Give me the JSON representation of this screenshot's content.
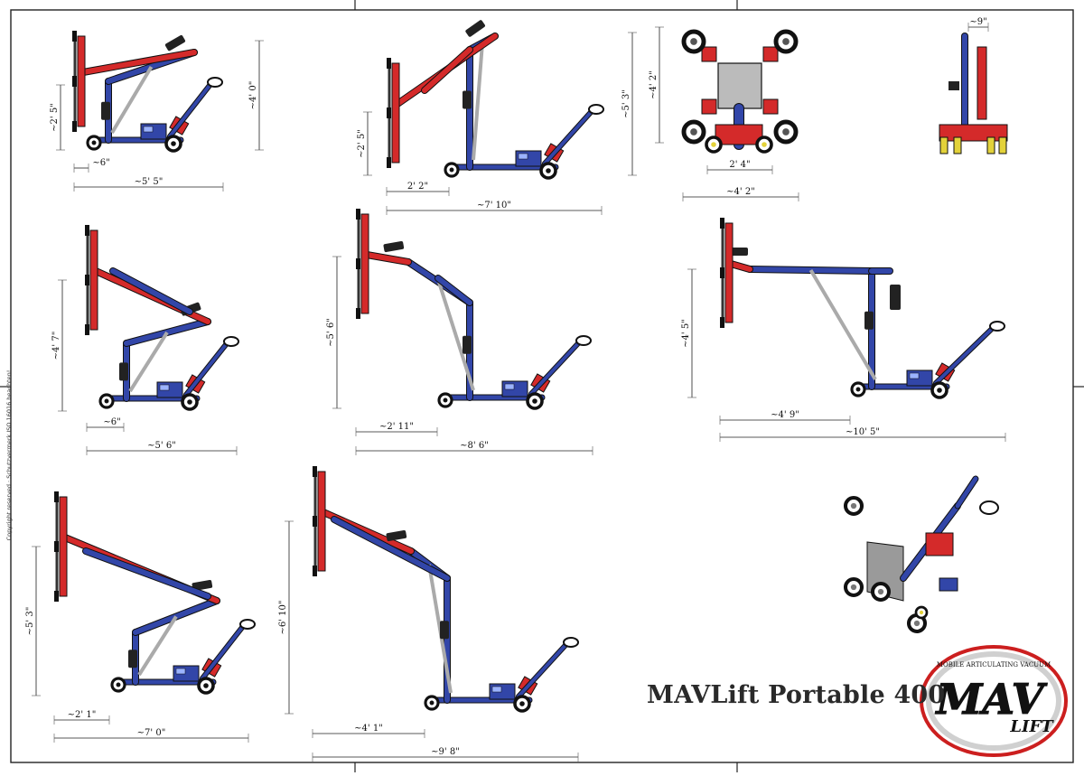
{
  "title": "MAVLift Portable 400",
  "copyright": "Copyright reserved · Schutzvermerk ISO 16016 beachten!",
  "logo": {
    "main": "MAV",
    "sub": "LIFT",
    "ring_text": "MOBILE ARTICULATING VACUUM"
  },
  "views": [
    {
      "id": "v1",
      "dims": [
        "~2' 5\"",
        "~4' 0\"",
        "~6\"",
        "~5' 5\""
      ]
    },
    {
      "id": "v2",
      "dims": [
        "~2' 5\"",
        "~5' 3\"",
        "2' 2\"",
        "~7' 10\""
      ]
    },
    {
      "id": "v3",
      "dims": [
        "~4' 2\"",
        "2' 4\"",
        "~4' 2\""
      ]
    },
    {
      "id": "v4",
      "dims": [
        "~9\""
      ]
    },
    {
      "id": "v5",
      "dims": [
        "~4' 7\"",
        "~6\"",
        "~5' 6\""
      ]
    },
    {
      "id": "v6",
      "dims": [
        "~5' 6\"",
        "~2' 11\"",
        "~8' 6\""
      ]
    },
    {
      "id": "v7",
      "dims": [
        "~4' 5\"",
        "~4' 9\"",
        "~10' 5\""
      ]
    },
    {
      "id": "v8",
      "dims": [
        "~5' 3\"",
        "~2' 1\"",
        "~7' 0\""
      ]
    },
    {
      "id": "v9",
      "dims": [
        "~6' 10\"",
        "~4' 1\"",
        "~9' 8\""
      ]
    }
  ],
  "colors": {
    "frame_blue": "#3246a8",
    "pad_red": "#d42a2a",
    "black": "#1a1a1a",
    "gray": "#888888",
    "yellow": "#e3d23a"
  }
}
